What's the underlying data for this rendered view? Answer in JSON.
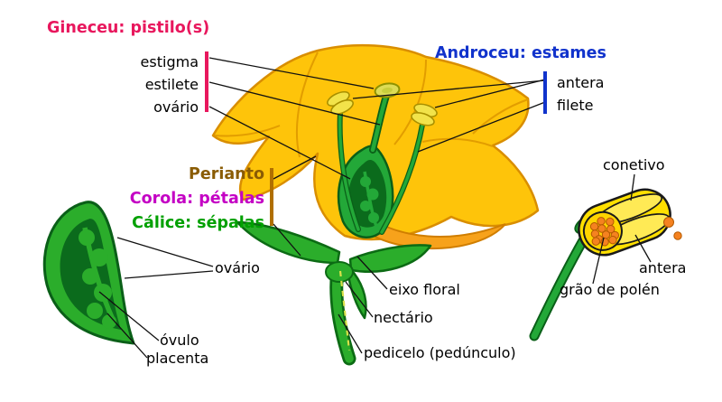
{
  "diagram": {
    "background": "#ffffff",
    "gineceu": {
      "heading": "Gineceu: pistilo(s)",
      "color": "#e8175d",
      "items": [
        "estigma",
        "estilete",
        "ovário"
      ]
    },
    "androceu": {
      "heading": "Androceu: estames",
      "color": "#1133cc",
      "items": [
        "antera",
        "filete"
      ]
    },
    "perianto": {
      "heading": "Perianto",
      "color": "#8a5c04",
      "bar_color": "#b06f00"
    },
    "corola": {
      "heading": "Corola: pétalas",
      "color": "#c400c4"
    },
    "calice": {
      "heading": "Cálice: sépalas",
      "color": "#00a000"
    },
    "ovary_section": {
      "label": "ovário",
      "ovulo": "óvulo",
      "placenta": "placenta"
    },
    "flower": {
      "eixo": "eixo floral",
      "nectario": "nectário",
      "pedicelo": "pedicelo (pedúnculo)"
    },
    "anther_section": {
      "conetivo": "conetivo",
      "antera": "antera",
      "polen": "grão de polén"
    },
    "art_colors": {
      "petal_yellow": "#fec40a",
      "petal_outline": "#d98e00",
      "petal_underside": "#f7a21b",
      "green": "#23a838",
      "bright_green": "#2bad2b",
      "dark_green": "#0b6b1c",
      "anther_yellow": "#ffe000",
      "pollen_orange": "#f58220",
      "stigma_yellow": "#dddc55"
    }
  }
}
